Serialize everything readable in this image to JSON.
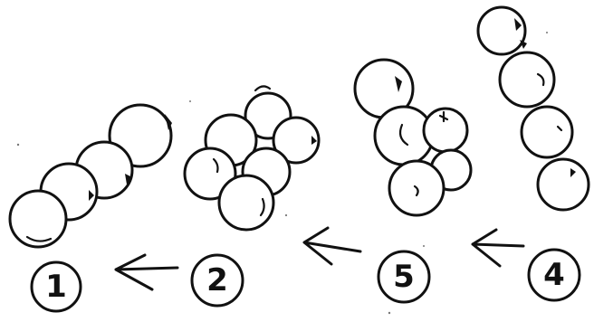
{
  "stages": [
    {
      "id": "stage-1",
      "label": "1"
    },
    {
      "id": "stage-2",
      "label": "2"
    },
    {
      "id": "stage-3",
      "label": "5"
    },
    {
      "id": "stage-4",
      "label": "4"
    }
  ],
  "arrows": [
    {
      "from": "stage-2",
      "to": "stage-1"
    },
    {
      "from": "stage-3",
      "to": "stage-2"
    },
    {
      "from": "stage-4",
      "to": "stage-3"
    }
  ]
}
